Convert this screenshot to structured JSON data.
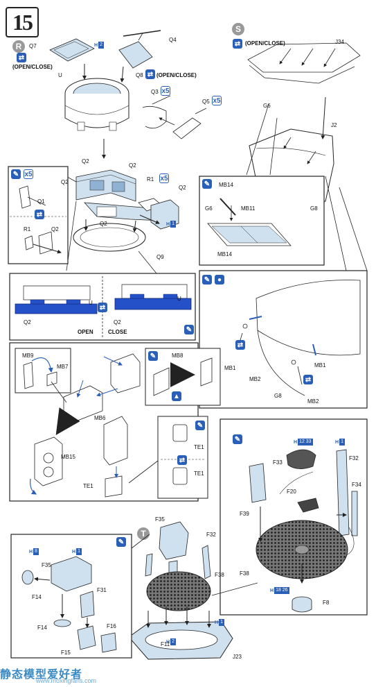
{
  "step": "15",
  "badges": {
    "r": "R",
    "s": "S",
    "t": "T"
  },
  "open_close": "(OPEN/CLOSE)",
  "parts": {
    "q7": "Q7",
    "q4": "Q4",
    "q8": "Q8",
    "q3": "Q3",
    "q5": "Q5",
    "u": "U",
    "q2a": "Q2",
    "q2b": "Q2",
    "q2c": "Q2",
    "q2d": "Q2",
    "q2e": "Q2",
    "r1": "R1",
    "q9": "Q9",
    "q1": "Q1",
    "r1b": "R1",
    "q2f": "Q2",
    "j34": "J34",
    "g6": "G6",
    "j2": "J2",
    "g8": "G8",
    "mb14a": "MB14",
    "g6b": "G6",
    "mb11": "MB11",
    "mb14b": "MB14",
    "mb1a": "MB1",
    "mb2a": "MB2",
    "mb1b": "MB1",
    "mb2b": "MB2",
    "g8b": "G8",
    "u_open": "U",
    "q2_open": "Q2",
    "u_close": "U",
    "q2_close": "Q2",
    "mb9": "MB9",
    "mb7": "MB7",
    "mb8": "MB8",
    "mb6": "MB6",
    "mb15": "MB15",
    "te1": "TE1",
    "te1b": "TE1",
    "te1c": "TE1",
    "f33": "F33",
    "f32": "F32",
    "f34": "F34",
    "f39": "F39",
    "f20": "F20",
    "f38": "F38",
    "f8": "F8",
    "f35": "F35",
    "f32b": "F32",
    "f38b": "F38",
    "f11": "F11",
    "j23": "J23",
    "f35b": "F35",
    "f14": "F14",
    "f31": "F31",
    "f14b": "F14",
    "f16": "F16",
    "f15": "F15"
  },
  "counts": {
    "c_q7": "2",
    "c_q3": "x5",
    "c_q5": "x5",
    "c_r1": "x5",
    "c_q2": "1",
    "c_q1box": "x5",
    "c_f33": "12 33",
    "c_f32": "1",
    "c_f38": "18 26",
    "c_f11": "2",
    "c_f35": "1",
    "c_f14": "8",
    "c_j23": "1"
  },
  "open_label": "OPEN",
  "close_label": "CLOSE",
  "watermark": "静态模型爱好者",
  "watermark_url": "www.moxingfans.com",
  "colors": {
    "accent": "#2a5fb8",
    "part_fill": "#cfe0ee",
    "dark_part": "#555555"
  }
}
